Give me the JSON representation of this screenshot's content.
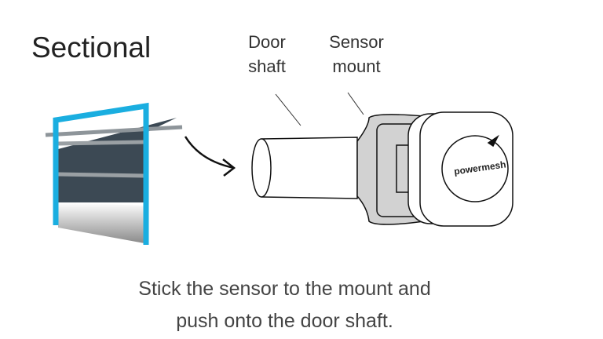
{
  "title": "Sectional",
  "labels": {
    "door_shaft_1": "Door",
    "door_shaft_2": "shaft",
    "sensor_mount_1": "Sensor",
    "sensor_mount_2": "mount"
  },
  "sensor_brand": "powermesh",
  "caption": {
    "line1": "Stick the sensor to the mount and",
    "line2": "push onto the door shaft."
  },
  "colors": {
    "frame": "#1aaee0",
    "door": "#3c4954",
    "mount": "#d2d2d2"
  }
}
